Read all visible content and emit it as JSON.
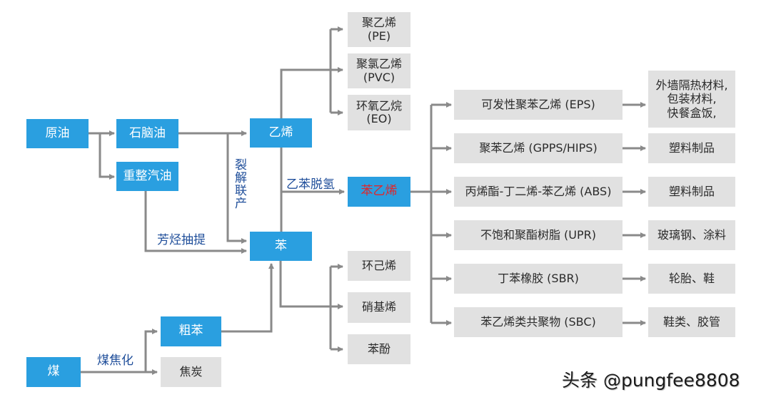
{
  "colors": {
    "source_node": "#2a9fe0",
    "product_node": "#e1e1e1",
    "label_text": "#1f4e9a",
    "highlight_text": "#e0262b",
    "connector": "#8a8a8a"
  },
  "nodes": {
    "crude_oil": "原油",
    "naphtha": "石脑油",
    "reformate": "重整汽油",
    "ethylene": "乙烯",
    "benzene": "苯",
    "coal": "煤",
    "crude_benzene": "粗苯",
    "coke": "焦炭",
    "styrene": "苯乙烯",
    "pe": {
      "line1": "聚乙烯",
      "line2": "(PE)"
    },
    "pvc": {
      "line1": "聚氯乙烯",
      "line2": "(PVC)"
    },
    "eo": {
      "line1": "环氧乙烷",
      "line2": "(EO)"
    },
    "cyclohexene": "环己烯",
    "nitrobenzene": "硝基烯",
    "phenol": "苯酚"
  },
  "labels": {
    "cracking": "裂解联产",
    "aromatics_extraction": "芳烃抽提",
    "ethylbenzene_dehydrogenation": "乙苯脱氢",
    "coal_coking": "煤焦化"
  },
  "styrene_derivatives": [
    {
      "product": "可发性聚苯乙烯 (EPS)",
      "application": [
        "外墙隔热材料,",
        "包装材料,",
        "快餐盒饭,"
      ]
    },
    {
      "product": "聚苯乙烯 (GPPS/HIPS)",
      "application": [
        "塑料制品"
      ]
    },
    {
      "product": "丙烯酯-丁二烯-苯乙烯 (ABS)",
      "application": [
        "塑料制品"
      ]
    },
    {
      "product": "不饱和聚酯树脂 (UPR)",
      "application": [
        "玻璃钢、涂料"
      ]
    },
    {
      "product": "丁苯橡胶 (SBR)",
      "application": [
        "轮胎、鞋"
      ]
    },
    {
      "product": "苯乙烯类共聚物 (SBC)",
      "application": [
        "鞋类、胶管"
      ]
    }
  ],
  "watermark": "头条 @pungfee8808"
}
